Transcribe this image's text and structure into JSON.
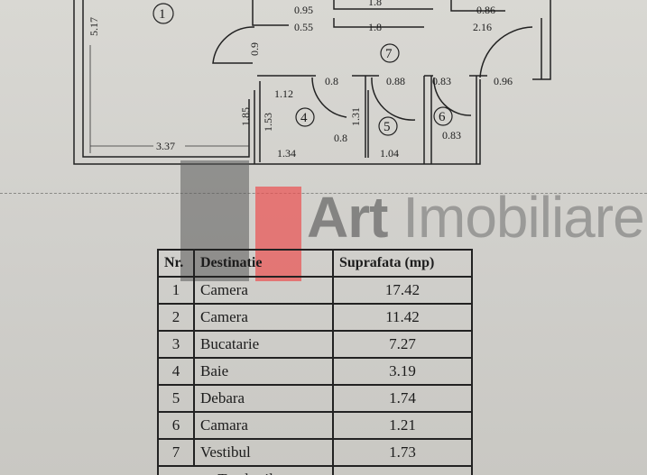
{
  "floorplan": {
    "room_numbers": [
      "1",
      "4",
      "5",
      "6",
      "7"
    ],
    "dimensions": {
      "d517": "5.17",
      "d095": "0.95",
      "d055": "0.55",
      "d18a": "1.8",
      "d18b": "1.8",
      "d086": "0.86",
      "d216": "2.16",
      "d09": "0.9",
      "d08a": "0.8",
      "d088": "0.88",
      "d083a": "0.83",
      "d096": "0.96",
      "d112": "1.12",
      "d185": "1.85",
      "d153": "1.53",
      "d131": "1.31",
      "d083b": "0.83",
      "d337": "3.37",
      "d08b": "0.8",
      "d134": "1.34",
      "d104": "1.04"
    }
  },
  "watermark": {
    "brand_bold": "Art",
    "brand_rest": " Imobiliare",
    "colors": {
      "red": "#e85050",
      "gray": "#5a5a5a"
    }
  },
  "table": {
    "headers": [
      "Nr.",
      "Destinatie",
      "Suprafata (mp)"
    ],
    "rows": [
      {
        "nr": "1",
        "dest": "Camera",
        "area": "17.42"
      },
      {
        "nr": "2",
        "dest": "Camera",
        "area": "11.42"
      },
      {
        "nr": "3",
        "dest": "Bucatarie",
        "area": "7.27"
      },
      {
        "nr": "4",
        "dest": "Baie",
        "area": "3.19"
      },
      {
        "nr": "5",
        "dest": "Debara",
        "area": "1.74"
      },
      {
        "nr": "6",
        "dest": "Camara",
        "area": "1.21"
      },
      {
        "nr": "7",
        "dest": "Vestibul",
        "area": "1.73"
      }
    ],
    "total_label": "Total util"
  }
}
